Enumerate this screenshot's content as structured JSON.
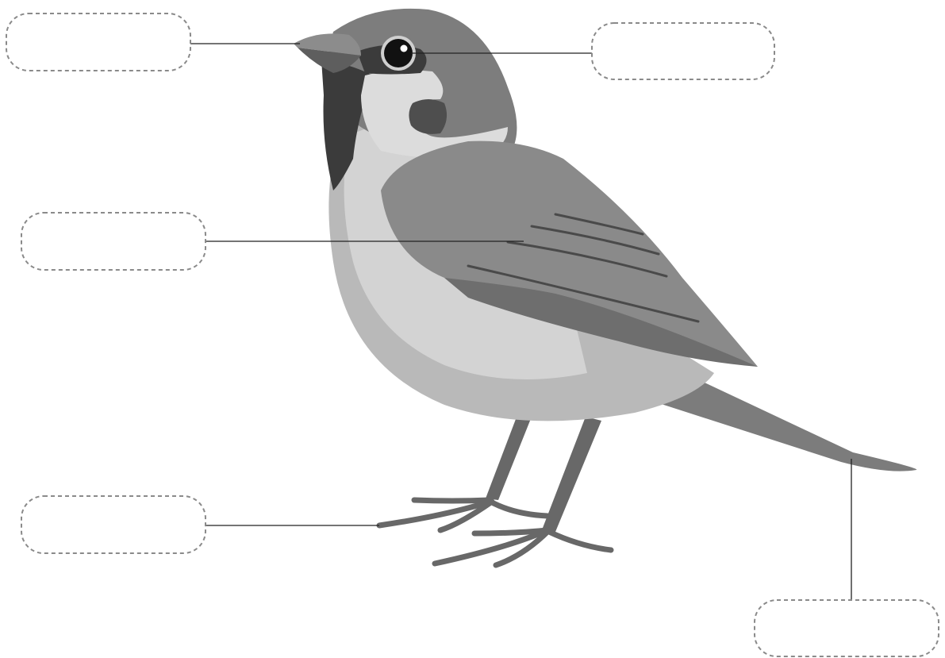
{
  "diagram": {
    "subject": "bird",
    "labels": [
      {
        "id": "beak",
        "text": ""
      },
      {
        "id": "eye",
        "text": ""
      },
      {
        "id": "wing",
        "text": ""
      },
      {
        "id": "feet",
        "text": ""
      },
      {
        "id": "tail",
        "text": ""
      }
    ]
  },
  "colors": {
    "background": "#ffffff",
    "dashed_border": "#8a8a8a",
    "leader_line": "#222222"
  }
}
